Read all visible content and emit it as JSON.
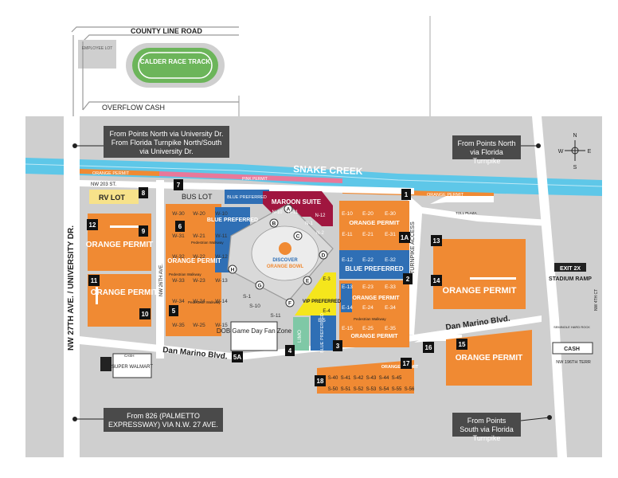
{
  "roads": {
    "county_line": "COUNTY LINE ROAD",
    "overflow_cash": "OVERFLOW CASH",
    "nw203": "NW 203 ST.",
    "university": "NW 27TH AVE. / UNIVERSITY DR.",
    "nw26": "NW 26TH AVE.",
    "dan_marino_left": "Dan Marino Blvd.",
    "dan_marino_right": "Dan Marino Blvd.",
    "turnpike_access": "TURNPIKE ACCESS",
    "nw196": "NW 196TH TERR",
    "i95": "NW 4TH CT",
    "exit": "EXIT 2X",
    "stadium_ramp": "STADIUM RAMP",
    "toll_plaza": "TOLL PLAZA",
    "snake_creek": "SNAKE CREEK",
    "orange_permit_strip_left": "ORANGE PERMIT",
    "orange_permit_strip_right": "ORANGE PERMIT",
    "pink_permit": "PINK PERMIT"
  },
  "landmarks": {
    "employee_lot": "EMPLOYEE LOT",
    "calder": "CALDER RACE TRACK",
    "super_walmart": "SUPER WALMART",
    "cash_left": "CASH",
    "cash_right": "CASH",
    "bus_lot": "BUS LOT",
    "rv_lot": "RV LOT",
    "fan_zone": "DOB Game Day Fan Zone",
    "stadium_logo_top": "DISCOVER",
    "stadium_logo_bottom": "ORANGE BOWL",
    "limo": "LIMO",
    "pedestrian_walkway": "Pedestrian Walkway",
    "seminole": "SEMINOLE HARD ROCK"
  },
  "callouts": {
    "north_university": "From Points North via University Dr. From Florida Turnpike North/South via University Dr.",
    "north_turnpike": "From Points North via Florida Turnpike",
    "south_826": "From 826 (PALMETTO EXPRESSWAY) VIA N.W. 27 AVE.",
    "south_turnpike": "From Points South via Florida Turnpike"
  },
  "compass": {
    "n": "N",
    "s": "S",
    "e": "E",
    "w": "W"
  },
  "lots": {
    "orange_12": "ORANGE PERMIT",
    "orange_11": "ORANGE PERMIT",
    "orange_w": "ORANGE PERMIT",
    "orange_e_top": "ORANGE PERMIT",
    "orange_e_mid": "ORANGE PERMIT",
    "orange_e_bot": "ORANGE PERMIT",
    "orange_14": "ORANGE PERMIT",
    "orange_15": "ORANGE PERMIT",
    "orange_17": "ORANGE PERMIT",
    "blue_pref_w": "BLUE PREFERRED",
    "blue_pref_top": "BLUE PREFERRED",
    "blue_pref_e": "BLUE PREFERRED",
    "blue_pref_s": "BLUE PREFERRED",
    "maroon": "MAROON SUITE",
    "vip": "VIP PREFERRED"
  },
  "gates": [
    "A",
    "B",
    "C",
    "D",
    "E",
    "F",
    "G",
    "H"
  ],
  "lot_numbers": {
    "n1": "1",
    "n2": "2",
    "n3": "3",
    "n4": "4",
    "n5": "5",
    "n5a": "5A",
    "n6": "6",
    "n7": "7",
    "n8": "8",
    "n9": "9",
    "n10": "10",
    "n11": "11",
    "n12": "12",
    "n13": "13",
    "n14": "14",
    "n15": "15",
    "n16": "16",
    "n17": "17",
    "n18": "18",
    "n1a": "1A"
  },
  "sections": {
    "w_col1": [
      "W-30",
      "W-31",
      "W-32",
      "W-33",
      "W-34",
      "W-35"
    ],
    "w_col2": [
      "W-20",
      "W-21",
      "W-22",
      "W-23",
      "W-24",
      "W-25"
    ],
    "w_col3": [
      "W-10",
      "W-11",
      "W-12",
      "W-13",
      "W-14",
      "W-15"
    ],
    "n_sec": [
      "N-10",
      "N-11",
      "N-12",
      "N-1",
      "N-2"
    ],
    "e_col1": [
      "E-10",
      "E-11",
      "E-12",
      "E-13",
      "E-14",
      "E-15"
    ],
    "e_col2": [
      "E-20",
      "E-21",
      "E-22",
      "E-23",
      "E-24",
      "E-25"
    ],
    "e_col3": [
      "E-30",
      "E-31",
      "E-32",
      "E-33",
      "E-34",
      "E-35"
    ],
    "vip_sec": [
      "E-3",
      "E-4"
    ],
    "blue_s": [
      "E-5"
    ],
    "s_sec": [
      "S-1",
      "S-10",
      "S-11"
    ],
    "s_row1": [
      "S-40",
      "S-41",
      "S-42",
      "S-43",
      "S-44",
      "S-45"
    ],
    "s_row2": [
      "S-50",
      "S-51",
      "S-52",
      "S-53",
      "S-54",
      "S-55",
      "S-56"
    ]
  },
  "colors": {
    "orange": "#f08a33",
    "blue": "#2f6fb5",
    "maroon": "#a0163f",
    "yellow": "#f5e61c",
    "green": "#6cb55a",
    "water": "#5ec7e8",
    "road": "#ffffff",
    "ground": "#cfcfcf",
    "dark_box": "#4a4a4a",
    "pink": "#e8789a",
    "teal": "#7fc8a6"
  }
}
